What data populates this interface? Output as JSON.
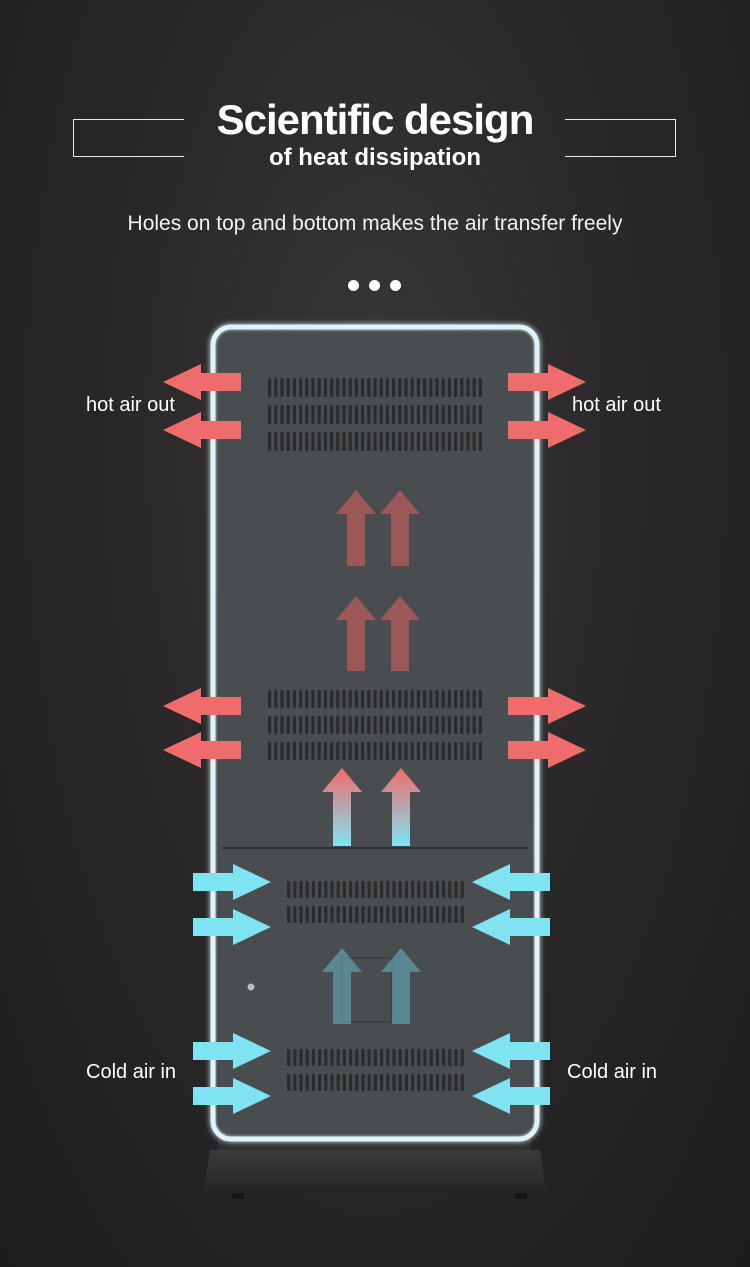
{
  "header": {
    "title": "Scientific design",
    "title_sub": "of heat dissipation",
    "subtitle": "Holes on top and bottom makes the air transfer freely"
  },
  "pagination": {
    "dot_count": 3
  },
  "labels": {
    "hot_left": "hot air out",
    "hot_right": "hot air out",
    "cold_left": "Cold air in",
    "cold_right": "Cold air in"
  },
  "colors": {
    "hot_arrow": "#f06c6c",
    "cold_arrow": "#7fe3f2",
    "cabinet": "#4a4d50",
    "frame_glow": "#e9f7fb"
  },
  "icons": [
    "hot-air-out-arrow-icon",
    "cold-air-in-arrow-icon",
    "air-flow-up-arrow-icon",
    "vent-grille-icon",
    "keyhole-icon"
  ]
}
